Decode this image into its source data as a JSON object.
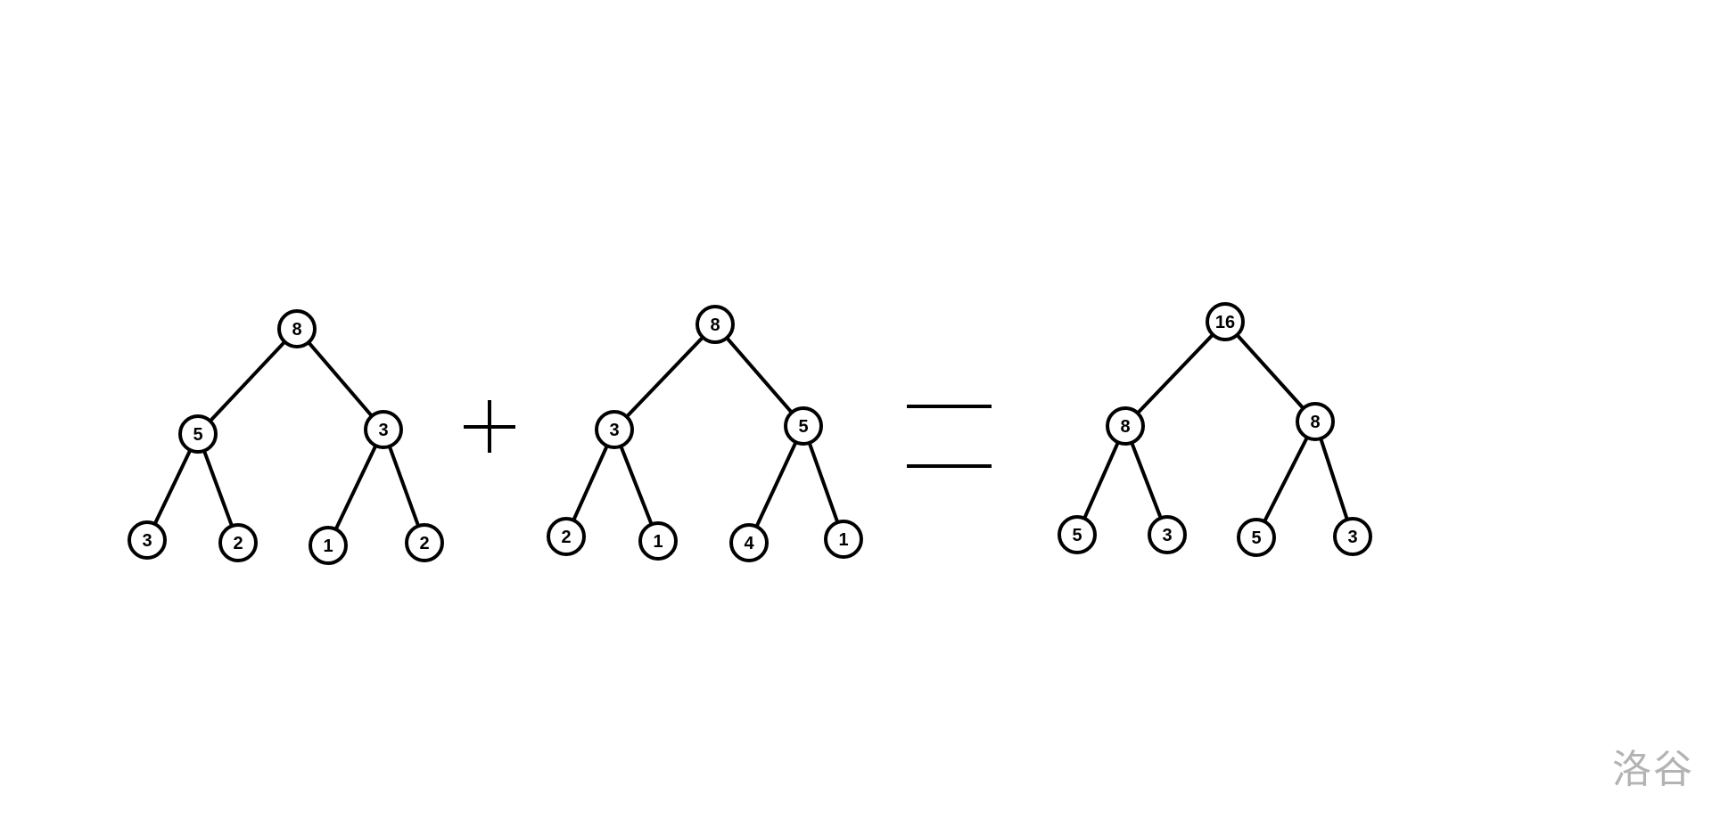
{
  "trees": [
    {
      "root": "8",
      "children": [
        {
          "value": "5",
          "children": [
            "3",
            "2"
          ]
        },
        {
          "value": "3",
          "children": [
            "1",
            "2"
          ]
        }
      ]
    },
    {
      "root": "8",
      "children": [
        {
          "value": "3",
          "children": [
            "2",
            "1"
          ]
        },
        {
          "value": "5",
          "children": [
            "4",
            "1"
          ]
        }
      ]
    },
    {
      "root": "16",
      "children": [
        {
          "value": "8",
          "children": [
            "5",
            "3"
          ]
        },
        {
          "value": "8",
          "children": [
            "5",
            "3"
          ]
        }
      ]
    }
  ],
  "operators": [
    "plus",
    "equals"
  ],
  "watermark": "洛谷"
}
